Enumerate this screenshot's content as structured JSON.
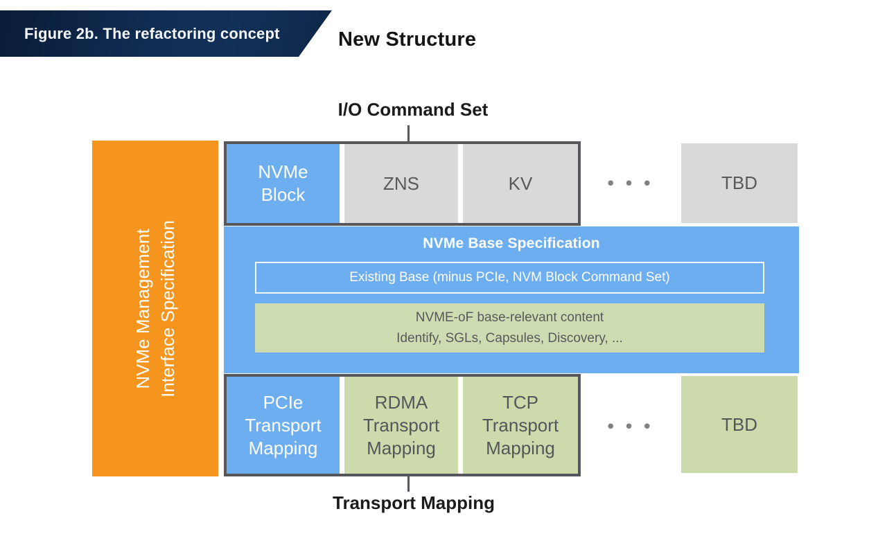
{
  "header": {
    "figure_label": "Figure 2b. The refactoring concept",
    "title": "New Structure"
  },
  "labels": {
    "io_command_set": "I/O Command Set",
    "transport_mapping": "Transport Mapping"
  },
  "management": {
    "line1": "NVMe Management",
    "line2": "Interface Specification"
  },
  "io_row": {
    "cells": [
      {
        "label": "NVMe Block",
        "variant": "blue"
      },
      {
        "label": "ZNS",
        "variant": "gray"
      },
      {
        "label": "KV",
        "variant": "gray"
      }
    ],
    "ellipsis": "•••",
    "tbd_label": "TBD"
  },
  "base_spec": {
    "title": "NVMe Base Specification",
    "existing_base": "Existing Base (minus PCIe, NVM Block Command Set)",
    "nvmeof_line1": "NVME-oF base-relevant content",
    "nvmeof_line2": "Identify, SGLs, Capsules, Discovery, ..."
  },
  "transport_row": {
    "cells": [
      {
        "label": "PCIe Transport Mapping",
        "variant": "blue"
      },
      {
        "label": "RDMA Transport Mapping",
        "variant": "green"
      },
      {
        "label": "TCP Transport Mapping",
        "variant": "green"
      }
    ],
    "ellipsis": "•••",
    "tbd_label": "TBD"
  },
  "colors": {
    "blue": "#6caef0",
    "gray": "#d9d9d9",
    "green": "#cddbac",
    "orange": "#f6951e",
    "navy_banner": "#102c52",
    "border_dark": "#55575a",
    "text_dark_gray": "#58595b"
  }
}
